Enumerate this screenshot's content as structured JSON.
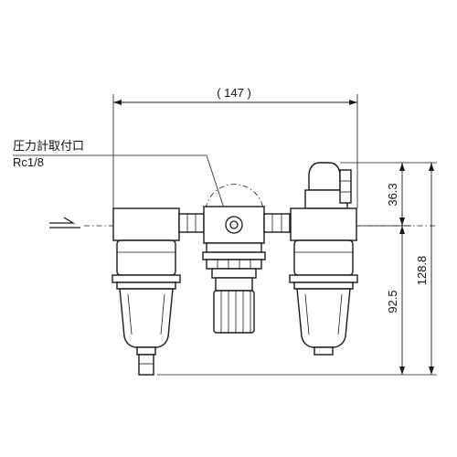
{
  "diagram": {
    "annotation": {
      "line1": "圧力計取付口",
      "line2": "Rc1/8"
    },
    "dimensions": {
      "width": "( 147 )",
      "height_total": "128.8",
      "height_upper": "36.3",
      "height_lower": "92.5"
    },
    "colors": {
      "line": "#1a1a1a",
      "background": "#ffffff"
    }
  }
}
